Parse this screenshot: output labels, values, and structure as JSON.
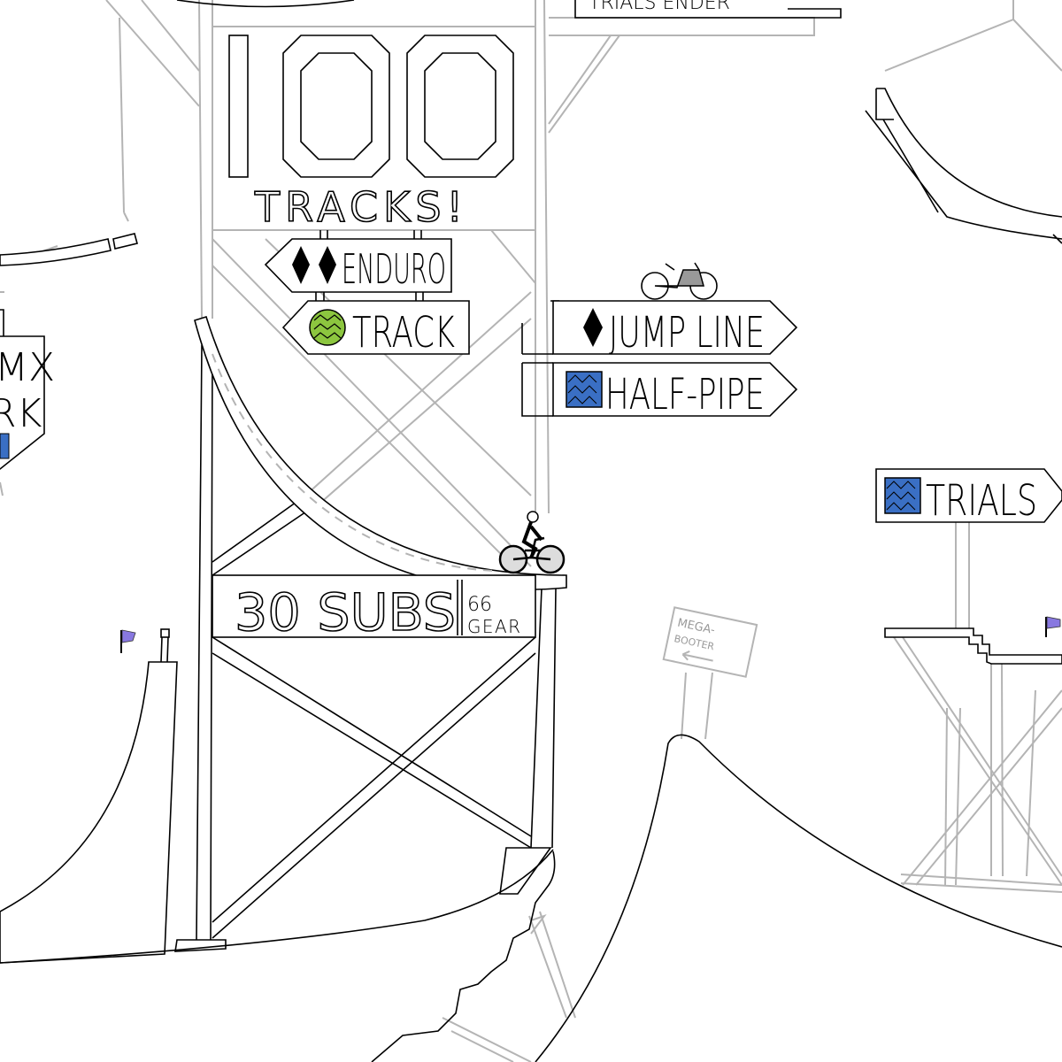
{
  "game": {
    "title_top": "TRIALS ENDER"
  },
  "signs": {
    "big_number": "100",
    "tracks_label": "TRACKS!",
    "enduro": "ENDURO",
    "track": "TRACK",
    "jump_line": "JUMP LINE",
    "half_pipe": "HALF-PIPE",
    "trials": "TRIALS",
    "bmx_park_line1": "MX",
    "bmx_park_line2": "RK",
    "subs": "30 SUBS",
    "gear_number": "66",
    "gear_label": "GEAR",
    "mega_booter_line1": "MEGA-",
    "mega_booter_line2": "BOOTER"
  },
  "colors": {
    "line": "#000000",
    "scenery": "#b4b4b4",
    "blue_badge": "#3a6fc4",
    "green_badge": "#8cc63f",
    "flag": "#8878e0"
  }
}
